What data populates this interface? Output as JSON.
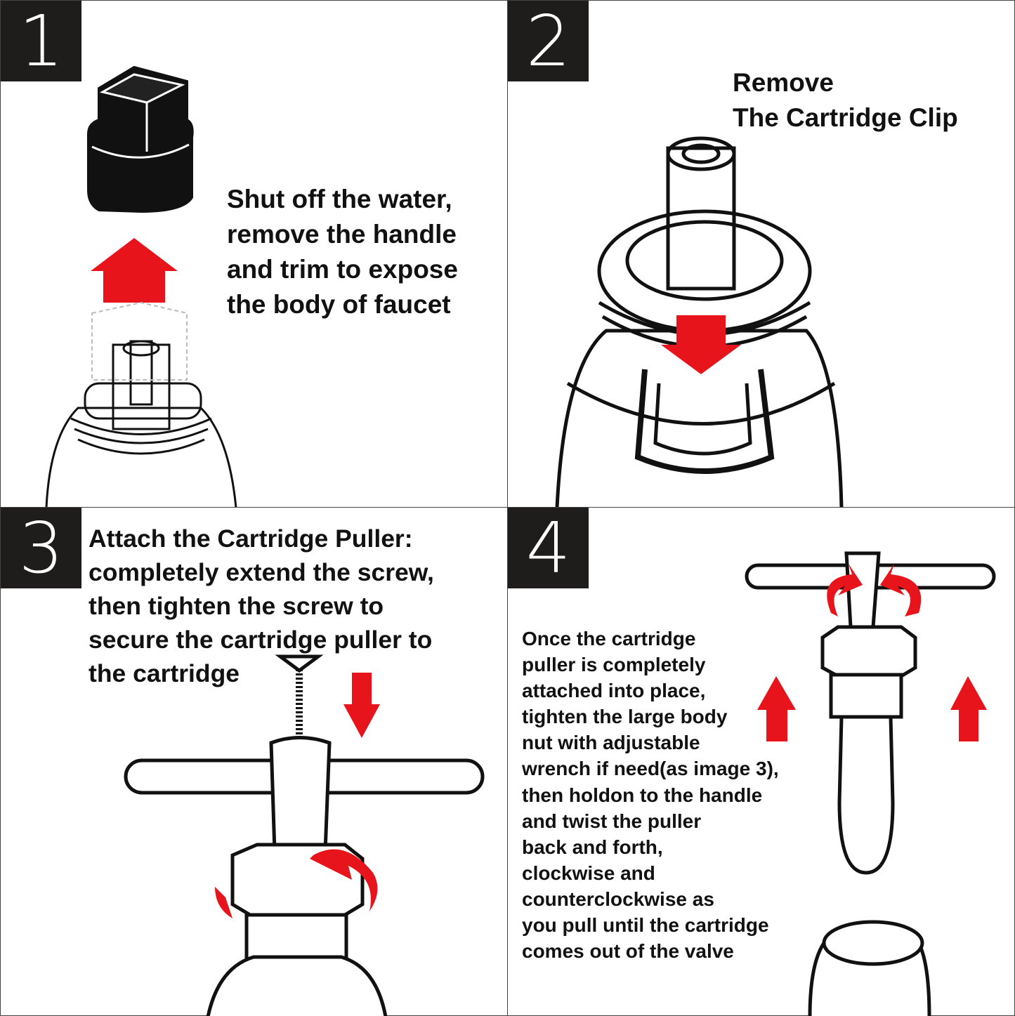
{
  "steps": [
    {
      "number": "1",
      "text": "Shut off the water,\nremove the handle\nand trim to expose\nthe body of faucet"
    },
    {
      "number": "2",
      "text": "Remove\nThe Cartridge Clip"
    },
    {
      "number": "3",
      "text": "Attach the Cartridge Puller:\ncompletely extend the screw,\nthen tighten the screw to\nsecure the cartridge puller to\nthe cartridge"
    },
    {
      "number": "4",
      "text": "Once the cartridge\npuller is completely\nattached into place,\ntighten the large body\nnut with adjustable\nwrench if need(as image 3),\nthen holdon to the handle\nand twist the puller\nback and forth,\nclockwise and\ncounterclockwise as\nyou pull until the cartridge\ncomes out of the valve"
    }
  ],
  "colors": {
    "arrow": "#e8141c",
    "badge": "#1f1c1c"
  }
}
